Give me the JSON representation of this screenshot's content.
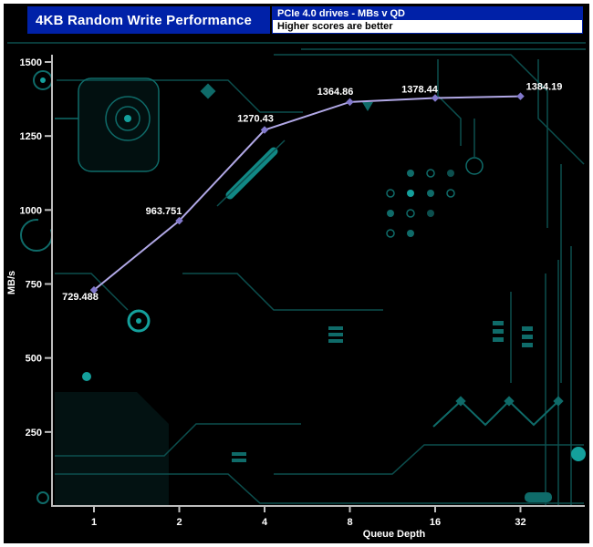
{
  "header": {
    "title": "4KB Random Write Performance",
    "subtitle_top": "PCIe 4.0 drives - MBs v QD",
    "subtitle_bottom": "Higher scores are better"
  },
  "chart_data": {
    "type": "line",
    "title": "4KB Random Write Performance",
    "subtitle": "PCIe 4.0 drives - MBs v QD",
    "note": "Higher scores are better",
    "xlabel": "Queue Depth",
    "ylabel": "MB/s",
    "x_categories": [
      "1",
      "2",
      "4",
      "8",
      "16",
      "32"
    ],
    "series": [
      {
        "name": "PCIe 4.0 drive",
        "values": [
          729.488,
          963.751,
          1270.43,
          1364.86,
          1378.44,
          1384.19
        ],
        "point_labels": [
          "729.488",
          "963.751",
          "1270.43",
          "1364.86",
          "1378.44",
          "1384.19"
        ],
        "color": "#b1a8e6",
        "marker_color": "#8279cc"
      }
    ],
    "ylim": [
      0,
      1500
    ],
    "yticks": [
      250,
      500,
      750,
      1000,
      1250,
      1500
    ],
    "grid": false,
    "legend": "none",
    "axis_color": "#bdbdbd",
    "label_color": "#ffffff"
  },
  "colors": {
    "page_border": "#ffffff",
    "background": "#000000",
    "header_blue": "#0021a8",
    "circuit_dim": "#0c4f4e",
    "circuit_mid": "#0f6b69",
    "circuit_bright": "#14a09c"
  }
}
